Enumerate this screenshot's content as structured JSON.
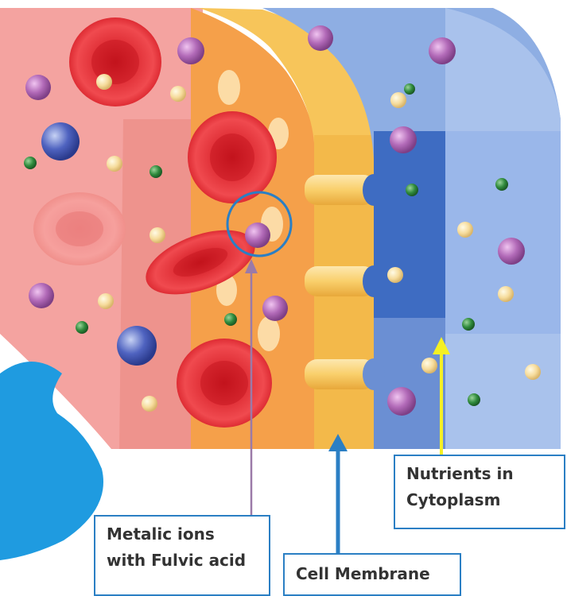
{
  "labels": {
    "metalic_ions_line1": "Metalic ions",
    "metalic_ions_line2": "with Fulvic acid",
    "cell_membrane": "Cell Membrane",
    "nutrients_line1": "Nutrients in",
    "nutrients_line2": "Cytoplasm"
  },
  "colors": {
    "blood_region": "#f4a3a0",
    "blood_dark": "#ec8c86",
    "orange_region": "#f5a04a",
    "membrane_yellow": "#f7c55a",
    "membrane_light": "#fde39a",
    "cytoplasm_blue": "#7a9ad8",
    "cytoplasm_light": "#a9c2ec",
    "cytoplasm_dark": "#4d74c6",
    "red_cell": "#e3262e",
    "blob_blue": "#1f9be0",
    "arrow_metal": "#9b7aa8",
    "arrow_membrane": "#2b7fc4",
    "arrow_nutrient": "#f5f023",
    "label_border": "#2b7fc4"
  },
  "icons": [
    "red-blood-cell-icon",
    "purple-ion-icon",
    "cream-nutrient-icon",
    "green-particle-icon",
    "blue-ion-icon"
  ]
}
